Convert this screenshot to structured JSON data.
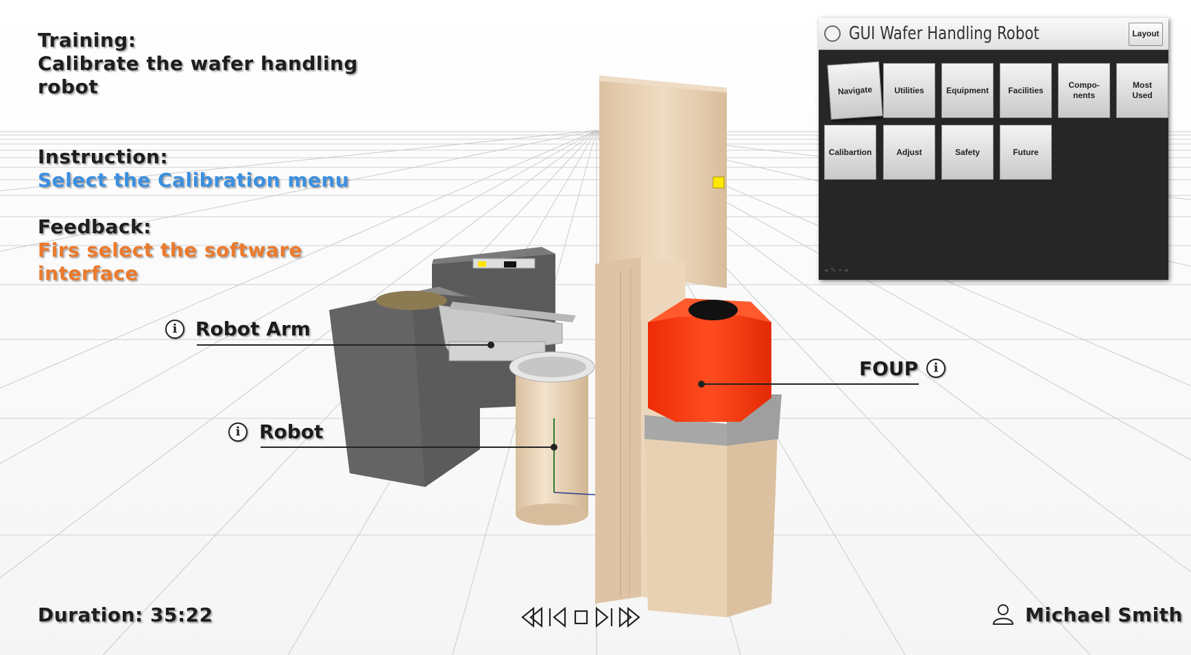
{
  "training": {
    "heading": "Training:",
    "line1": "Calibrate the wafer handling",
    "line2": "robot"
  },
  "instruction": {
    "heading": "Instruction:",
    "text": "Select the Calibration menu"
  },
  "feedback": {
    "heading": "Feedback:",
    "line1": "Firs select the software",
    "line2": "interface"
  },
  "labels": {
    "robot_arm": "Robot Arm",
    "robot": "Robot",
    "foup": "FOUP",
    "info_glyph": "i"
  },
  "gui": {
    "title": "GUI Wafer Handling Robot",
    "layout_button": "Layout",
    "tiles_row1": [
      "Navigate",
      "Utilities",
      "Equipment",
      "Facilities",
      "Compo-\nnents",
      "Most\nUsed"
    ],
    "tiles_row2": [
      "Calibartion",
      "Adjust",
      "Safety",
      "Future"
    ]
  },
  "footer": {
    "duration": "Duration: 35:22",
    "user": "Michael Smith"
  },
  "colors": {
    "instruction": "#3b8fe0",
    "feedback": "#ec7a2c",
    "foup_red": "#ff3b12",
    "panel_bg": "#262626",
    "cabinet_beige": "#e9d1b3",
    "block_gray": "#6e6e6e"
  }
}
